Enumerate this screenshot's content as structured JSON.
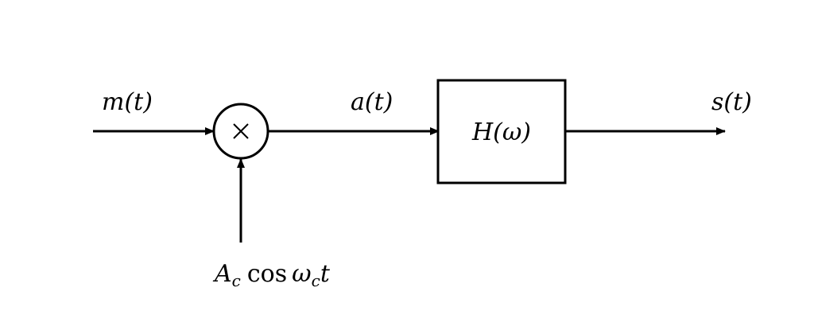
{
  "diagram": {
    "type": "block-diagram",
    "title": "Amplitude modulation followed by filter",
    "nodes": [
      {
        "id": "mixer",
        "kind": "multiplier",
        "symbol": "×"
      },
      {
        "id": "filter",
        "kind": "block",
        "label": "H(ω)"
      }
    ],
    "signals": {
      "input": "m(t)",
      "carrier_amp": "A",
      "carrier_amp_sub": "c",
      "carrier_func": "cos",
      "carrier_omega": "ω",
      "carrier_omega_sub": "c",
      "carrier_t": "t",
      "intermediate": "a(t)",
      "output": "s(t)"
    },
    "edges": [
      {
        "from": "input",
        "to": "mixer",
        "label": "m(t)"
      },
      {
        "from": "carrier",
        "to": "mixer",
        "label": "A_c cos ω_c t"
      },
      {
        "from": "mixer",
        "to": "filter",
        "label": "a(t)"
      },
      {
        "from": "filter",
        "to": "output",
        "label": "s(t)"
      }
    ],
    "colors": {
      "stroke": "#000000",
      "background": "#ffffff"
    }
  }
}
